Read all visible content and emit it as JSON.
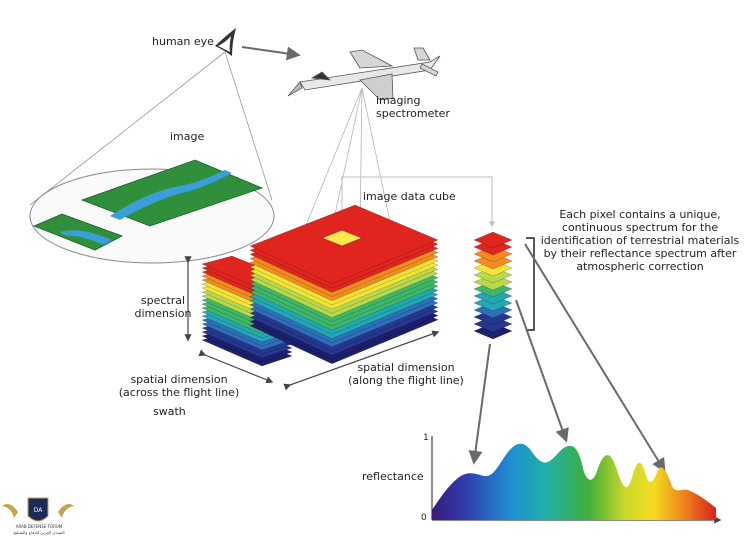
{
  "labels": {
    "human_eye": "human eye",
    "imaging_spectrometer": "imaging\nspectrometer",
    "image": "image",
    "image_data_cube": "image data cube",
    "pixel_note": "Each pixel contains a unique,\ncontinuous spectrum for the\nidentification of terrestrial materials\nby their reflectance spectrum after\natmospheric correction",
    "spectral_dimension": "spectral\ndimension",
    "spatial_across": "spatial dimension\n(across the flight line)",
    "spatial_along": "spatial dimension\n(along the flight line)",
    "swath": "swath",
    "reflectance": "reflectance",
    "axis_top": "1",
    "axis_bottom": "0"
  },
  "logo": {
    "text_top": "ARAB DEFENSE FORUM",
    "text_bottom": "المنتدى العربي للدفاع والتسليح"
  },
  "colors": {
    "band_sequence": [
      "#e0251f",
      "#f28c1e",
      "#f4e43a",
      "#b8d94a",
      "#3fb76a",
      "#22a8b5",
      "#2d6fb8",
      "#26378f",
      "#1c1f6b"
    ],
    "land_green": "#2f8f3a",
    "river_blue": "#3a9fd6",
    "pixel_highlight": "#ffe84a"
  },
  "icons": [
    "eye-icon",
    "airplane-icon",
    "forum-logo-icon"
  ]
}
